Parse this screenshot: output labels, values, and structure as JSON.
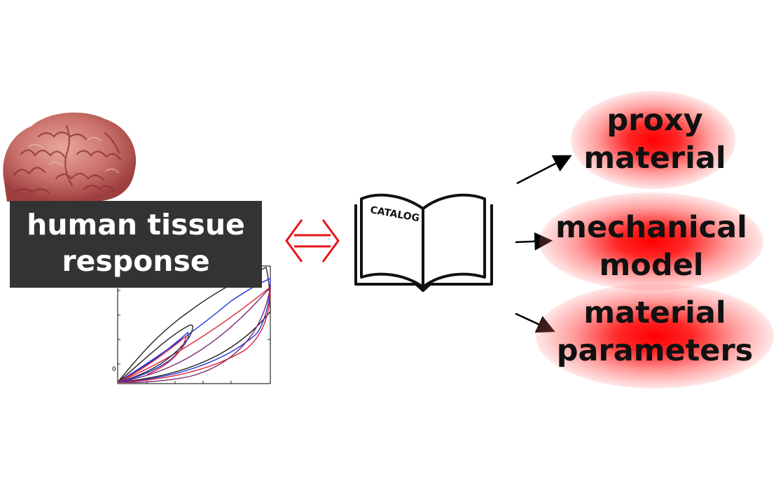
{
  "left_label": {
    "line1": "human tissue",
    "line2": "response"
  },
  "book": {
    "cover_text": "CATALOG"
  },
  "outputs": [
    {
      "line1": "proxy",
      "line2": "material"
    },
    {
      "line1": "mechanical",
      "line2": "model"
    },
    {
      "line1": "material",
      "line2": "parameters"
    }
  ],
  "plot": {
    "y_tick_label": "0"
  },
  "colors": {
    "glow": "#ff0000",
    "double_arrow": "#e8151b",
    "label_box": "#333333"
  }
}
